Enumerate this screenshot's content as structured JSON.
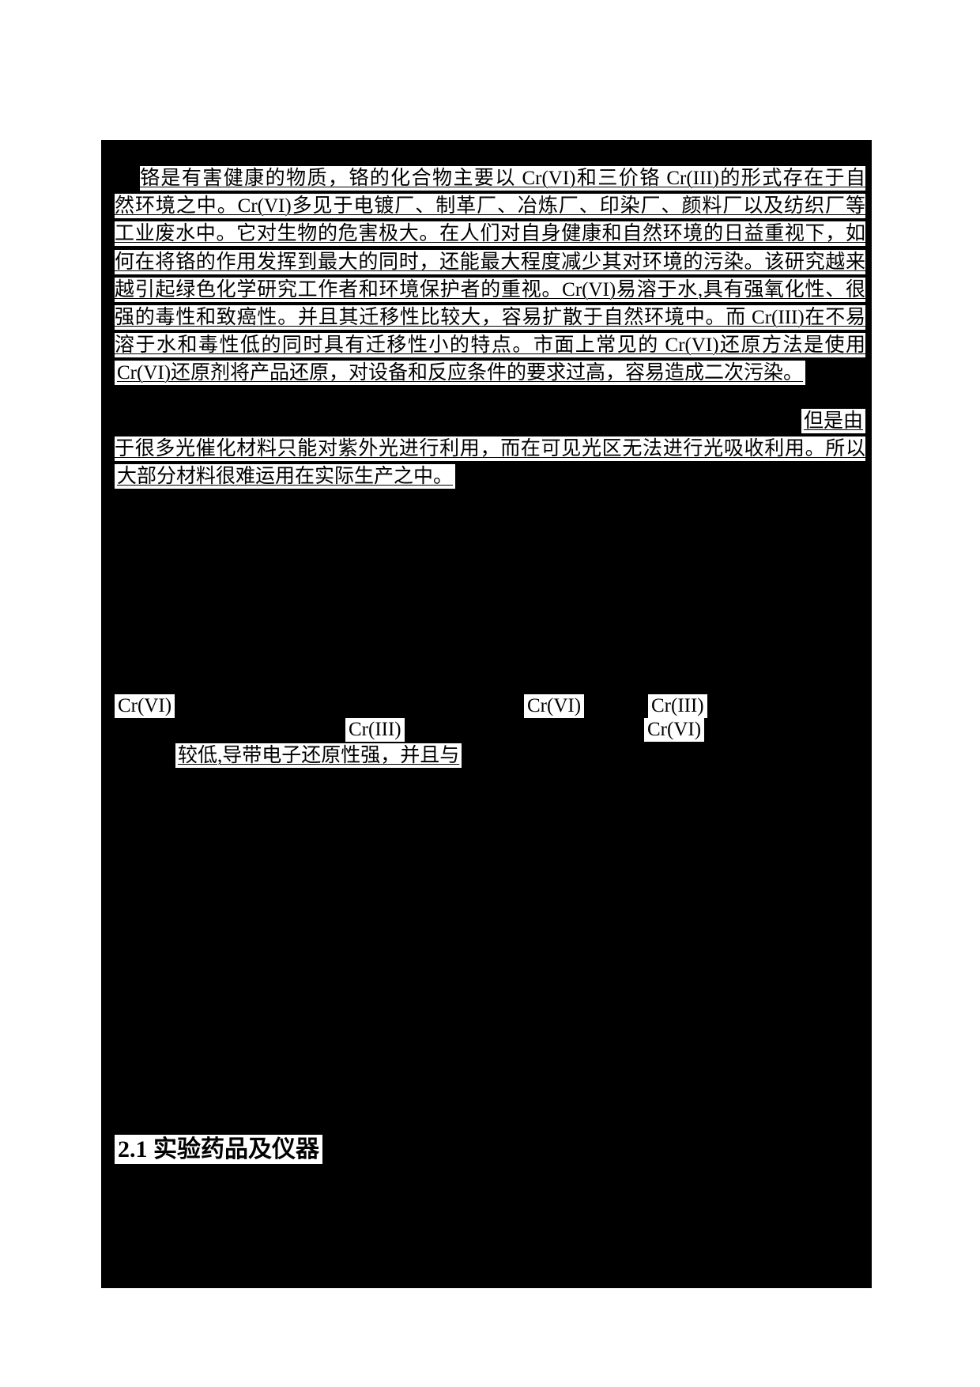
{
  "page": {
    "background_color": "#ffffff",
    "redaction_color": "#000000",
    "text_color": "#000000",
    "highlight_color": "#ffffff"
  },
  "intro_paragraph": {
    "lines": [
      "铬是有害健康的物质，铬的化合物主要以 Cr(VI)和三价铬 Cr(III)的形式存在于自",
      "然环境之中。Cr(VI)多见于电镀厂、制革厂、冶炼厂、印染厂、颜料厂以及纺织厂等",
      "工业废水中。它对生物的危害极大。在人们对自身健康和自然环境的日益重视下，如",
      "何在将铬的作用发挥到最大的同时，还能最大程度减少其对环境的污染。该研究越来",
      "越引起绿色化学研究工作者和环境保护者的重视。Cr(VI)易溶于水,具有强氧化性、很",
      "强的毒性和致癌性。并且其迁移性比较大，容易扩散于自然环境中。而 Cr(III)在不易",
      "溶于水和毒性低的同时具有迁移性小的特点。市面上常见的 Cr(VI)还原方法是使用",
      "Cr(VI)还原剂将产品还原，对设备和反应条件的要求过高，容易造成二次污染。"
    ]
  },
  "photocatalysis_fragment": {
    "lines": [
      "但是由",
      "于很多光催化材料只能对紫外光进行利用，而在可见光区无法进行光吸收利用。所以",
      "大部分材料很难运用在实际生产之中。"
    ]
  },
  "scattered_terms": [
    "Cr(VI)",
    "Cr(VI)",
    "Cr(III)",
    "Cr(III)",
    "Cr(VI)"
  ],
  "conduction_band_fragment": "较低,导带电子还原性强，并且与",
  "section_heading": "2.1 实验药品及仪器"
}
